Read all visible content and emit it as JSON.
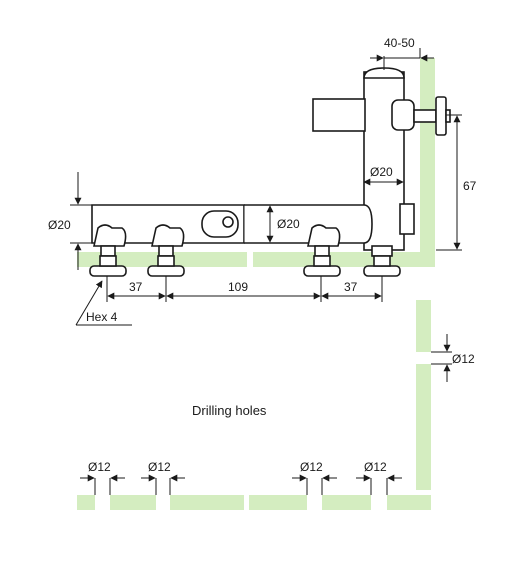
{
  "labels": {
    "top_gap": "40-50",
    "height": "67",
    "tube_dia_vertical": "Ø20",
    "tube_dia_left": "Ø20",
    "tube_dia_mid": "Ø20",
    "spacing_left": "37",
    "spacing_center": "109",
    "spacing_right": "37",
    "hex": "Hex 4",
    "side_hole": "Ø12",
    "section_title": "Drilling holes",
    "hole_1": "Ø12",
    "hole_2": "Ø12",
    "hole_3": "Ø12",
    "hole_4": "Ø12"
  },
  "colors": {
    "glass": "#d4edc0",
    "line": "#1a1a1a"
  }
}
